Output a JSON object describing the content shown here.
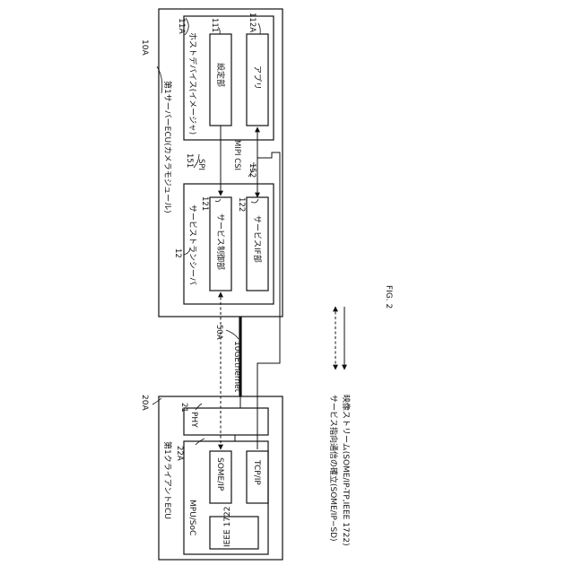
{
  "figure_label": "FIG. 2",
  "server_ecu": {
    "ref": "10A",
    "title": "第1サーバーECU(カメラモジュール)",
    "host_device": {
      "ref": "11A",
      "title": "ホストデバイス(イメージャ)",
      "setting": {
        "ref": "111",
        "label": "設定部"
      },
      "app": {
        "ref": "112A",
        "label": "アプリ"
      }
    },
    "transceiver": {
      "ref": "12",
      "title": "サービストランシーバ",
      "control": {
        "ref": "121",
        "label": "サービス制御部"
      },
      "if": {
        "ref": "122",
        "label": "サービスIF部"
      }
    },
    "spi": {
      "ref": "151",
      "label": "SPI"
    },
    "mipi": {
      "ref": "152",
      "label": "MIPI CSI"
    }
  },
  "ethernet": {
    "ref": "50A",
    "label": "10GEthernet"
  },
  "client_ecu": {
    "ref": "20A",
    "title": "第1クライアントECU",
    "phy": {
      "ref": "21",
      "label": "PHY"
    },
    "mpu": {
      "ref": "22A",
      "title": "MPU/SoC",
      "some_ip": "SOME/IP",
      "tcp_ip": "TCP/IP",
      "ieee": "IEEE 1722"
    }
  },
  "legend": {
    "service_setup": "サービス指向通信の確立(SOME/IP−SD)",
    "video_stream": "映像ストリーム(SOME/IP-TP,IEEE 1722)"
  }
}
